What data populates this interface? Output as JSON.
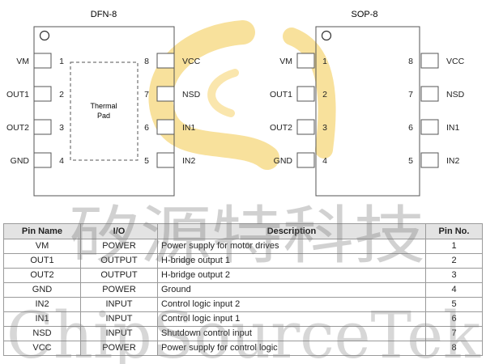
{
  "packages": [
    {
      "title": "DFN-8",
      "pad_label": [
        "Thermal",
        "Pad"
      ],
      "pins": [
        {
          "no": "1",
          "name": "VM"
        },
        {
          "no": "2",
          "name": "OUT1"
        },
        {
          "no": "3",
          "name": "OUT2"
        },
        {
          "no": "4",
          "name": "GND"
        },
        {
          "no": "5",
          "name": "IN2"
        },
        {
          "no": "6",
          "name": "IN1"
        },
        {
          "no": "7",
          "name": "NSD"
        },
        {
          "no": "8",
          "name": "VCC"
        }
      ]
    },
    {
      "title": "SOP-8",
      "pins": [
        {
          "no": "1",
          "name": "VM"
        },
        {
          "no": "2",
          "name": "OUT1"
        },
        {
          "no": "3",
          "name": "OUT2"
        },
        {
          "no": "4",
          "name": "GND"
        },
        {
          "no": "5",
          "name": "IN2"
        },
        {
          "no": "6",
          "name": "IN1"
        },
        {
          "no": "7",
          "name": "NSD"
        },
        {
          "no": "8",
          "name": "VCC"
        }
      ]
    }
  ],
  "table": {
    "headers": [
      "Pin Name",
      "I/O",
      "Description",
      "Pin No."
    ],
    "rows": [
      [
        "VM",
        "POWER",
        "Power supply for motor drives",
        "1"
      ],
      [
        "OUT1",
        "OUTPUT",
        "H-bridge output 1",
        "2"
      ],
      [
        "OUT2",
        "OUTPUT",
        "H-bridge output 2",
        "3"
      ],
      [
        "GND",
        "POWER",
        "Ground",
        "4"
      ],
      [
        "IN2",
        "INPUT",
        "Control logic input 2",
        "5"
      ],
      [
        "IN1",
        "INPUT",
        "Control logic input 1",
        "6"
      ],
      [
        "NSD",
        "INPUT",
        "Shutdown control input",
        "7"
      ],
      [
        "VCC",
        "POWER",
        "Power supply for control logic",
        "8"
      ]
    ]
  },
  "watermark": {
    "cn": "矽源特科技",
    "en": "ChipSourceTek",
    "logo_color": "#f3c84a"
  },
  "colors": {
    "outline": "#555555",
    "text": "#222222",
    "header_bg": "#e3e3e3"
  }
}
